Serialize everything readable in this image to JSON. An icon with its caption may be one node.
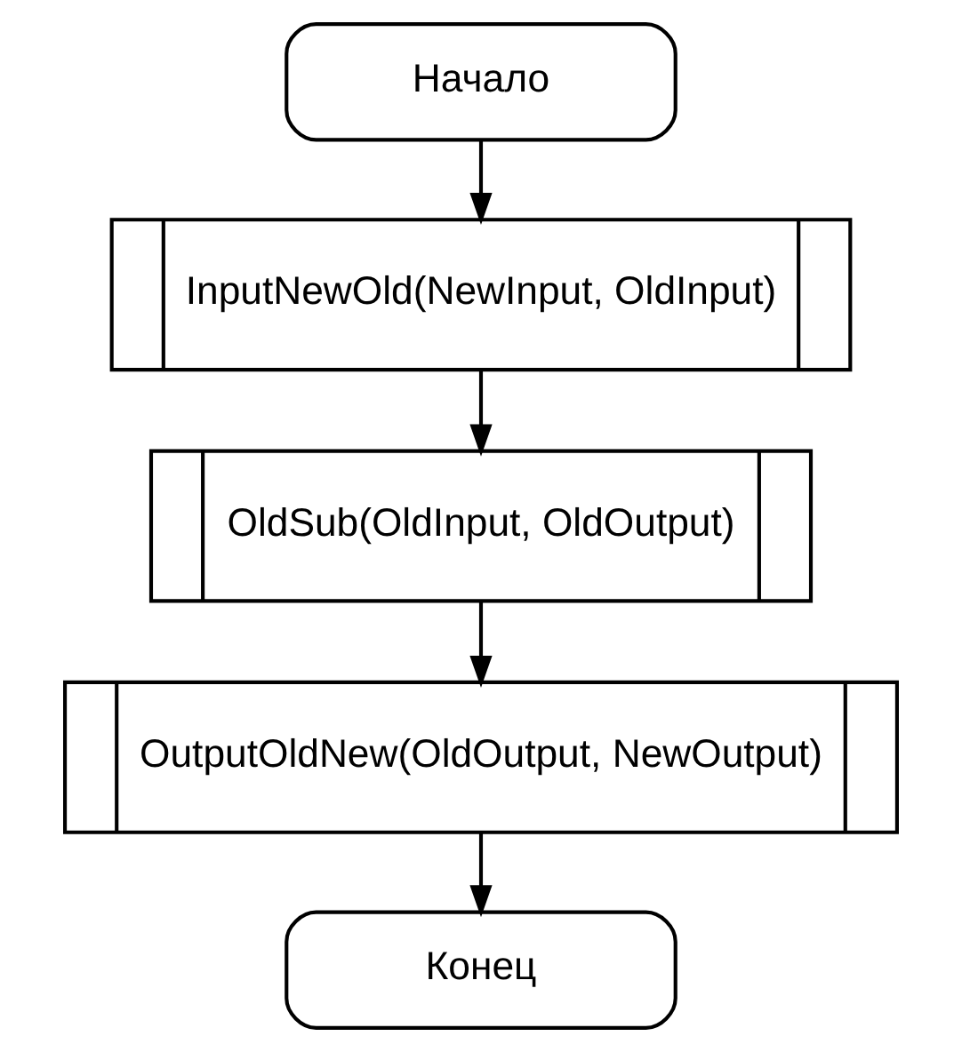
{
  "diagram": {
    "nodes": [
      {
        "text": [
          "Начало"
        ]
      },
      {
        "text": [
          "InputNewOld(NewInput, OldInput)"
        ]
      },
      {
        "text": [
          "OldSub(OldInput, OldOutput)"
        ]
      },
      {
        "text": [
          "OutputOldNew(OldOutput, NewOutput)"
        ]
      },
      {
        "text": [
          "Конец"
        ]
      }
    ],
    "edges": [
      {
        "from": 0,
        "to": 1,
        "arrow": "to"
      },
      {
        "from": 1,
        "to": 2,
        "arrow": "to"
      },
      {
        "from": 2,
        "to": 3,
        "arrow": "to"
      },
      {
        "from": 3,
        "to": 4,
        "arrow": "to"
      }
    ]
  }
}
